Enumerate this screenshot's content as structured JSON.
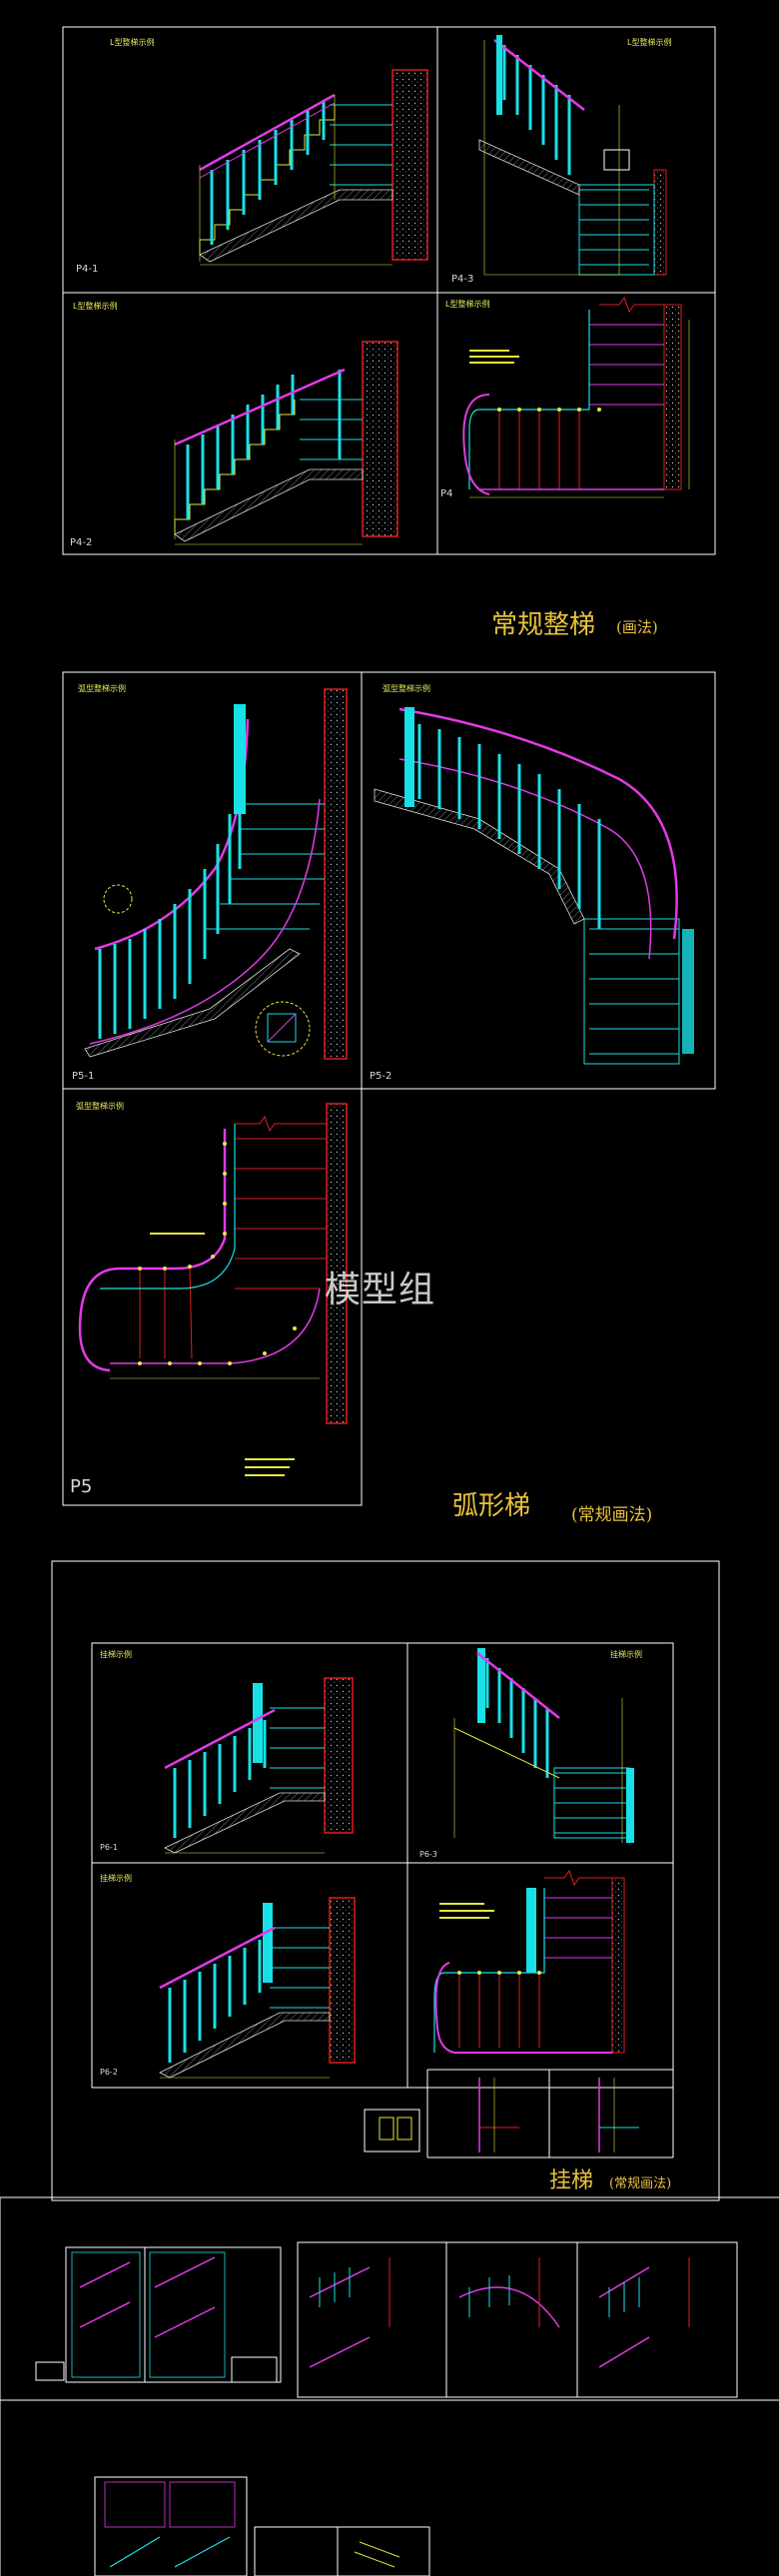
{
  "sheet1": {
    "panels": [
      {
        "caption": "L型整梯示例",
        "page": "P4-1"
      },
      {
        "caption": "L型整梯示例",
        "page": "P4-3"
      },
      {
        "caption": "L型整梯示例",
        "page": "P4-2"
      },
      {
        "caption": "L型整梯示例",
        "page": "P4"
      }
    ],
    "title": "常规整梯",
    "subtitle": "(画法)"
  },
  "sheet2": {
    "panels": [
      {
        "caption": "弧型整梯示例",
        "page": "P5-1"
      },
      {
        "caption": "弧型整梯示例",
        "page": "P5-2"
      },
      {
        "caption": "弧型整梯示例",
        "page": "P5"
      }
    ],
    "title": "弧形梯",
    "subtitle": "(常规画法)"
  },
  "sheet3": {
    "panels": [
      {
        "caption": "挂梯示例",
        "page": "P6-1"
      },
      {
        "caption": "挂梯示例",
        "page": "P6-3"
      },
      {
        "caption": "挂梯示例",
        "page": "P6-2"
      }
    ],
    "title": "挂梯",
    "subtitle": "(常规画法)"
  },
  "watermark": "模型组",
  "colors": {
    "frame": "#ffffff",
    "baluster": "#19e0e6",
    "handrail": "#e13ae6",
    "wall": "#e01e1e",
    "dimension": "#e6e640",
    "title": "#e8c23c"
  }
}
